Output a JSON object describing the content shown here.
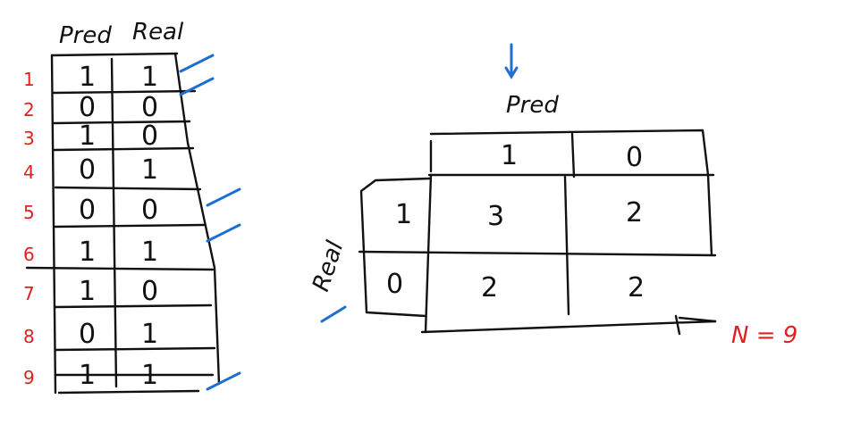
{
  "table": {
    "headers": [
      "Pred",
      "Real"
    ],
    "rows": [
      {
        "n": "1",
        "pred": "1",
        "real": "1",
        "check": true
      },
      {
        "n": "2",
        "pred": "0",
        "real": "0",
        "check": true
      },
      {
        "n": "3",
        "pred": "1",
        "real": "0",
        "check": false
      },
      {
        "n": "4",
        "pred": "0",
        "real": "1",
        "check": false
      },
      {
        "n": "5",
        "pred": "0",
        "real": "0",
        "check": true
      },
      {
        "n": "6",
        "pred": "1",
        "real": "1",
        "check": true
      },
      {
        "n": "7",
        "pred": "1",
        "real": "0",
        "check": false
      },
      {
        "n": "8",
        "pred": "0",
        "real": "1",
        "check": false
      },
      {
        "n": "9",
        "pred": "1",
        "real": "1",
        "check": true
      }
    ],
    "colors": {
      "ink": "#111111",
      "row_numbers": "#e02020",
      "checks": "#1e6fd0"
    }
  },
  "matrix": {
    "pred_label": "Pred",
    "real_label": "Real",
    "pred_headers": [
      "1",
      "0"
    ],
    "real_headers": [
      "1",
      "0"
    ],
    "cells": [
      [
        "3",
        "2"
      ],
      [
        "2",
        "2"
      ]
    ],
    "total": "N = 9"
  }
}
